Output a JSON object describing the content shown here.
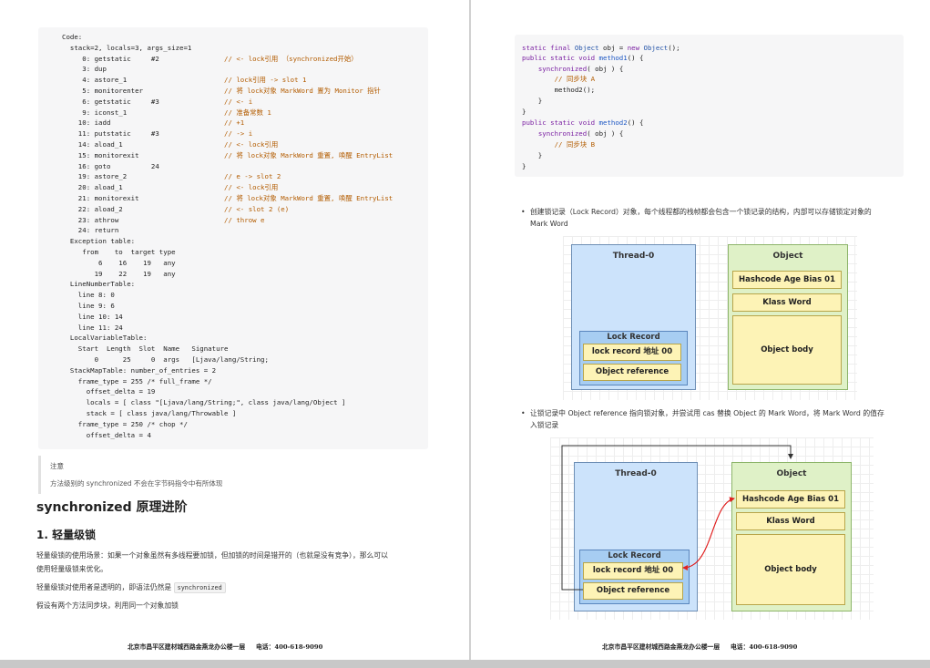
{
  "left_page": {
    "code_lines": [
      {
        "text": "Code:"
      },
      {
        "text": "  stack=2, locals=3, args_size=1"
      },
      {
        "text": "     0: getstatic     #2",
        "comment": "// <- lock引用 （synchronized开始）"
      },
      {
        "text": "     3: dup"
      },
      {
        "text": "     4: astore_1",
        "comment": "// lock引用 -> slot 1"
      },
      {
        "text": "     5: monitorenter",
        "comment": "// 将 lock对象 MarkWord 置为 Monitor 指针"
      },
      {
        "text": "     6: getstatic     #3",
        "comment": "// <- i"
      },
      {
        "text": "     9: iconst_1",
        "comment": "// 准备常数 1"
      },
      {
        "text": "    10: iadd",
        "comment": "// +1"
      },
      {
        "text": "    11: putstatic     #3",
        "comment": "// -> i"
      },
      {
        "text": "    14: aload_1",
        "comment": "// <- lock引用"
      },
      {
        "text": "    15: monitorexit",
        "comment": "// 将 lock对象 MarkWord 重置, 唤醒 EntryList"
      },
      {
        "text": "    16: goto          24"
      },
      {
        "text": "    19: astore_2",
        "comment": "// e -> slot 2"
      },
      {
        "text": "    20: aload_1",
        "comment": "// <- lock引用"
      },
      {
        "text": "    21: monitorexit",
        "comment": "// 将 lock对象 MarkWord 重置, 唤醒 EntryList"
      },
      {
        "text": "    22: aload_2",
        "comment": "// <- slot 2 (e)"
      },
      {
        "text": "    23: athrow",
        "comment": "// throw e"
      },
      {
        "text": "    24: return"
      },
      {
        "text": "  Exception table:"
      },
      {
        "text": "     from    to  target type"
      },
      {
        "text": "         6    16    19   any"
      },
      {
        "text": "        19    22    19   any"
      },
      {
        "text": "  LineNumberTable:"
      },
      {
        "text": "    line 8: 0"
      },
      {
        "text": "    line 9: 6"
      },
      {
        "text": "    line 10: 14"
      },
      {
        "text": "    line 11: 24"
      },
      {
        "text": "  LocalVariableTable:"
      },
      {
        "text": "    Start  Length  Slot  Name   Signature"
      },
      {
        "text": "        0      25     0  args   [Ljava/lang/String;"
      },
      {
        "text": "  StackMapTable: number_of_entries = 2"
      },
      {
        "text": "    frame_type = 255 /* full_frame */"
      },
      {
        "text": "      offset_delta = 19"
      },
      {
        "text": "      locals = [ class \"[Ljava/lang/String;\", class java/lang/Object ]"
      },
      {
        "text": "      stack = [ class java/lang/Throwable ]"
      },
      {
        "text": "    frame_type = 250 /* chop */"
      },
      {
        "text": "      offset_delta = 4"
      }
    ],
    "note_title": "注意",
    "note_text": "方法级别的 synchronized 不会在字节码指令中有所体现",
    "heading1": "synchronized 原理进阶",
    "heading2": "1. 轻量级锁",
    "para1_line1": "轻量级锁的使用场景：如果一个对象虽然有多线程要加锁，但加锁的时间是错开的（也就是没有竞争），那么可以",
    "para1_line2": "使用轻量级锁来优化。",
    "para2_text": "轻量级锁对使用者是透明的，即语法仍然是",
    "para2_code": "synchronized",
    "para3_text": "假设有两个方法同步块，利用同一个对象加锁",
    "footer": "北京市昌平区建材城西路金燕龙办公楼一层     电话：400-618-9090"
  },
  "right_page": {
    "code_lines": [
      "static final Object obj = new Object();",
      "public static void method1() {",
      "    synchronized( obj ) {",
      "        // 同步块 A",
      "        method2();",
      "    }",
      "}",
      "public static void method2() {",
      "    synchronized( obj ) {",
      "        // 同步块 B",
      "    }",
      "}"
    ],
    "bullet1_line1": "创建锁记录（Lock Record）对象，每个线程都的栈帧都会包含一个锁记录的结构，内部可以存储锁定对象的",
    "bullet1_line2": "Mark Word",
    "bullet2_line1": "让锁记录中 Object reference 指向锁对象，并尝试用 cas 替换 Object 的 Mark Word，将 Mark Word 的值存",
    "bullet2_line2": "入锁记录",
    "diagram": {
      "thread_title": "Thread-0",
      "lock_record_title": "Lock Record",
      "lock_record_addr": "lock record 地址 00",
      "object_reference": "Object reference",
      "object_title": "Object",
      "hashcode": "Hashcode Age Bias 01",
      "klass_word": "Klass Word",
      "object_body": "Object body"
    },
    "footer": "北京市昌平区建材城西路金燕龙办公楼一层     电话：400-618-9090"
  }
}
